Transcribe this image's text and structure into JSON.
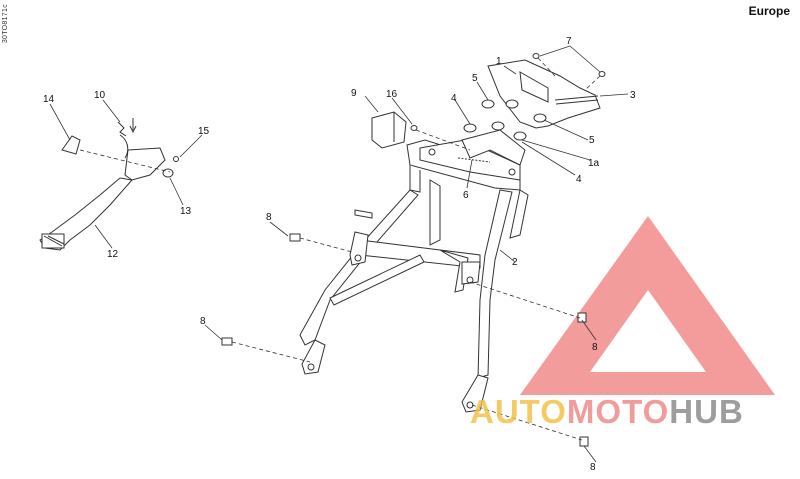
{
  "header": {
    "region": "Europe",
    "doc_code": "30TO8171c"
  },
  "callouts": [
    {
      "id": "c1",
      "label": "1"
    },
    {
      "id": "c7",
      "label": "7"
    },
    {
      "id": "c3",
      "label": "3"
    },
    {
      "id": "c5a",
      "label": "5"
    },
    {
      "id": "c9",
      "label": "9"
    },
    {
      "id": "c16",
      "label": "16"
    },
    {
      "id": "c4a",
      "label": "4"
    },
    {
      "id": "c5b",
      "label": "5"
    },
    {
      "id": "c1a",
      "label": "1a"
    },
    {
      "id": "c4b",
      "label": "4"
    },
    {
      "id": "c6",
      "label": "6"
    },
    {
      "id": "c14",
      "label": "14"
    },
    {
      "id": "c10",
      "label": "10"
    },
    {
      "id": "c15",
      "label": "15"
    },
    {
      "id": "c13",
      "label": "13"
    },
    {
      "id": "c12",
      "label": "12"
    },
    {
      "id": "c8a",
      "label": "8"
    },
    {
      "id": "c2",
      "label": "2"
    },
    {
      "id": "c8b",
      "label": "8"
    },
    {
      "id": "c8c",
      "label": "8"
    },
    {
      "id": "c8d",
      "label": "8"
    }
  ],
  "watermark": {
    "part1": "AUTO",
    "part2": "MOTO",
    "part3": "HUB",
    "colors": {
      "auto": "#f2c14a",
      "moto": "#f08a8a",
      "hub": "#8c8c8c",
      "triangle": "#f07b7b"
    }
  }
}
